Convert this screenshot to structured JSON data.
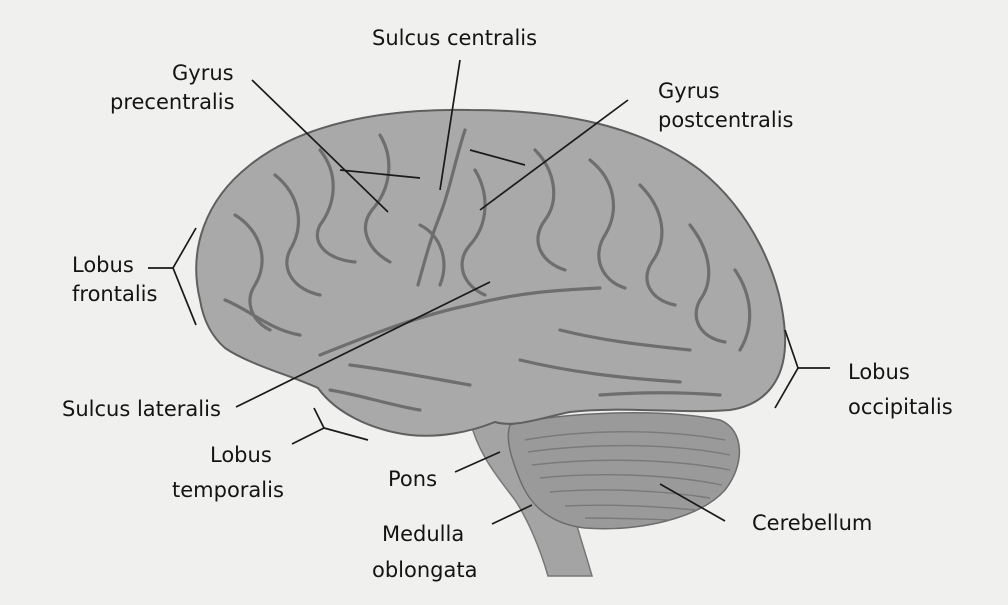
{
  "labels": {
    "sulcus_centralis": "Sulcus centralis",
    "gyrus_precentralis_1": "Gyrus",
    "gyrus_precentralis_2": "precentralis",
    "gyrus_postcentralis_1": "Gyrus",
    "gyrus_postcentralis_2": "postcentralis",
    "lobus_frontalis_1": "Lobus",
    "lobus_frontalis_2": "frontalis",
    "sulcus_lateralis": "Sulcus lateralis",
    "lobus_temporalis_1": "Lobus",
    "lobus_temporalis_2": "temporalis",
    "pons": "Pons",
    "medulla_oblongata_1": "Medulla",
    "medulla_oblongata_2": "oblongata",
    "cerebellum": "Cerebellum",
    "lobus_occipitalis_1": "Lobus",
    "lobus_occipitalis_2": "occipitalis"
  },
  "colors": {
    "background": "#f0f0ef",
    "brain_fill": "#a9a9a9",
    "cerebellum_fill": "#9a9a9a",
    "text": "#141414"
  }
}
